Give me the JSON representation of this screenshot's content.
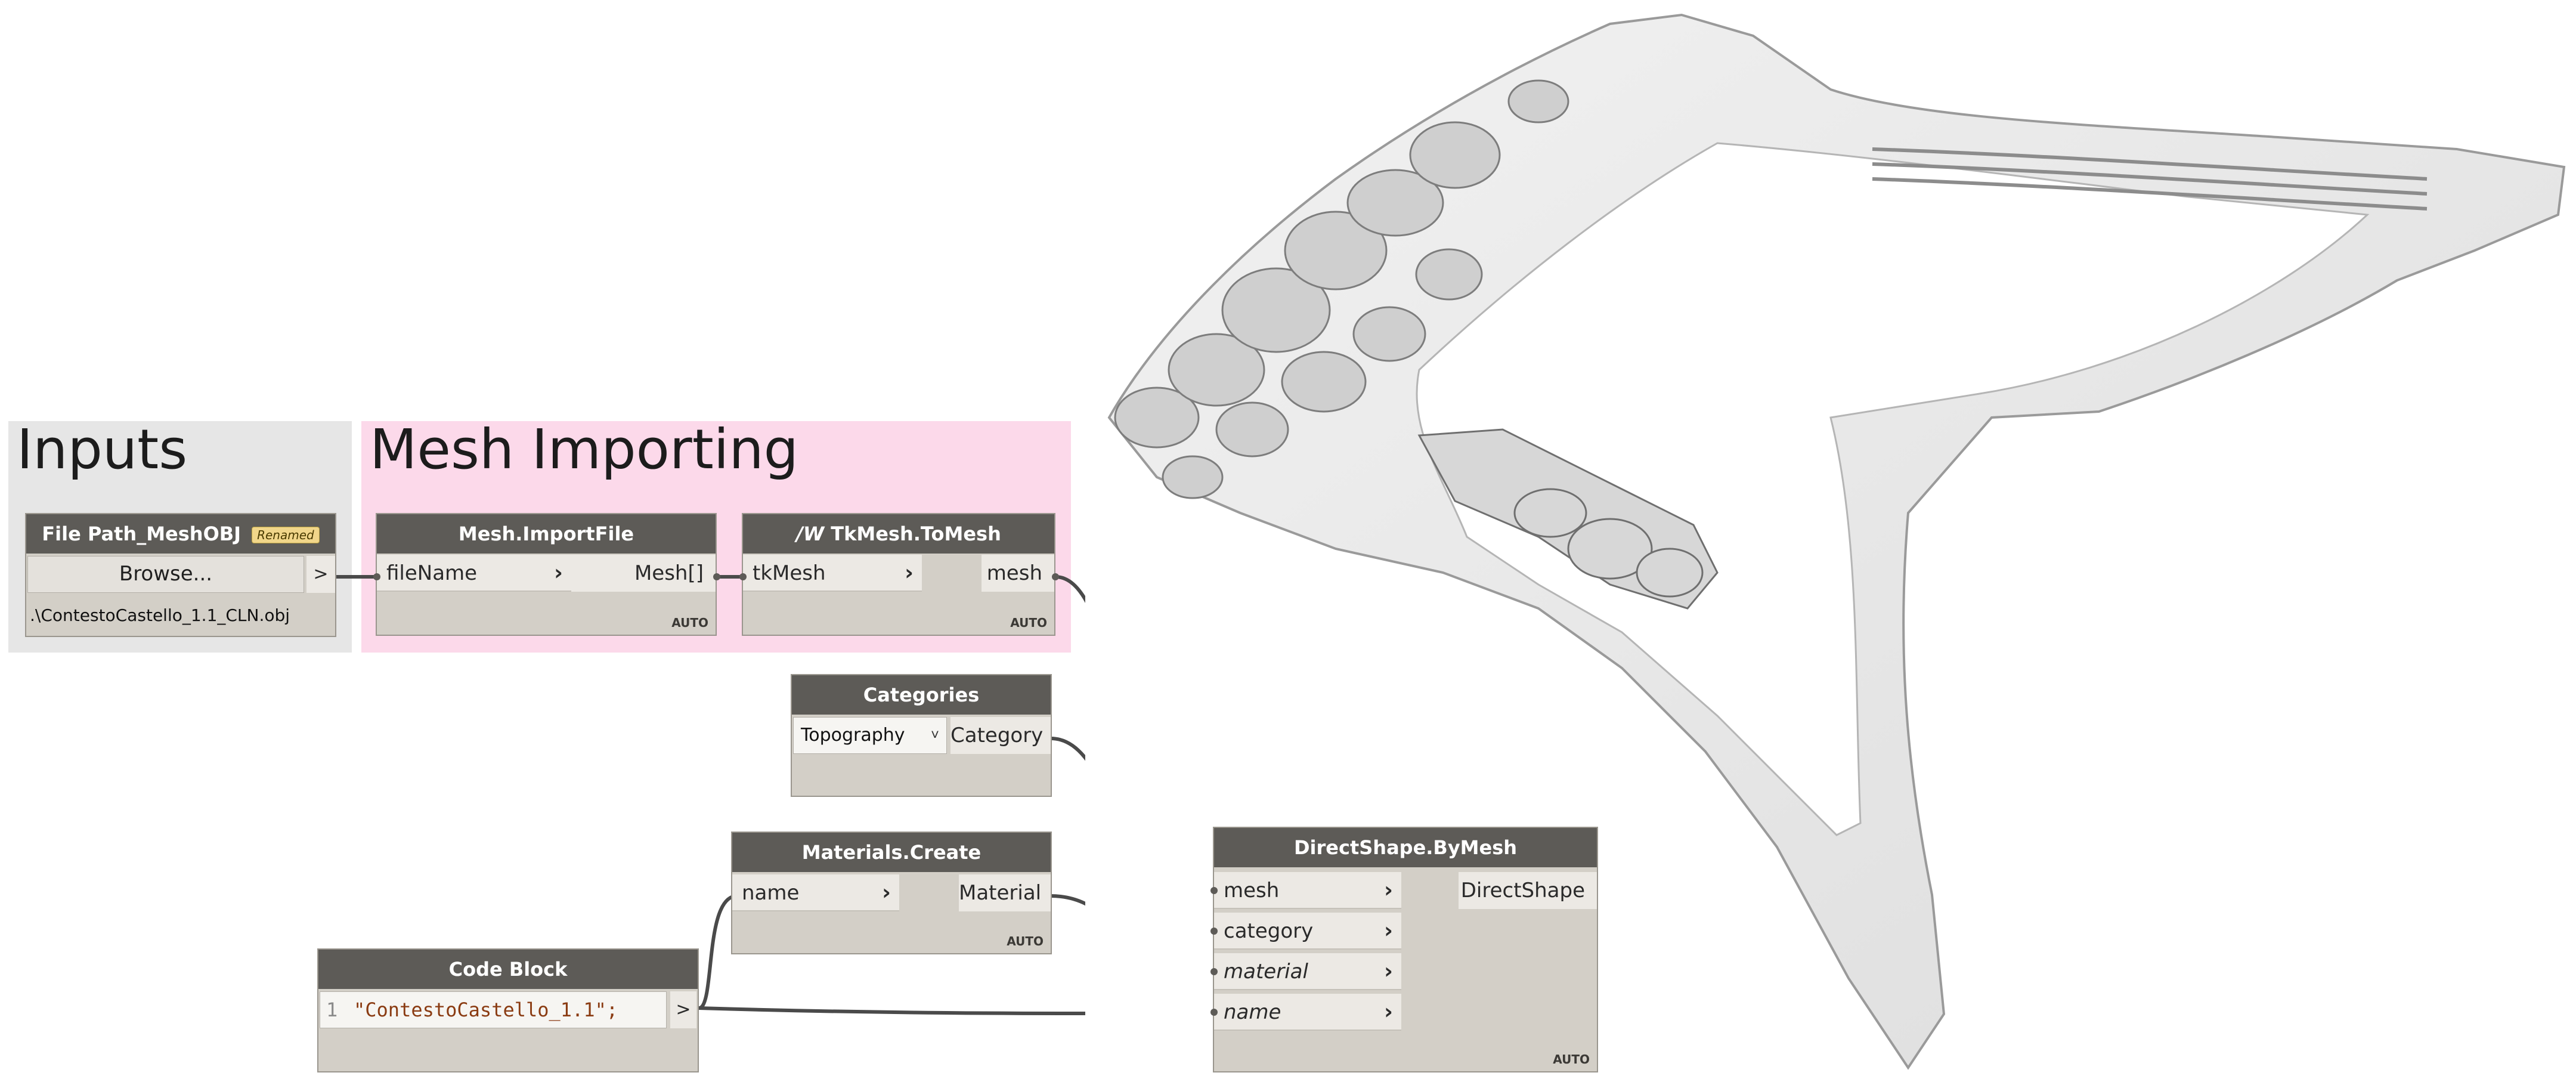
{
  "groups": {
    "inputs": {
      "title": "Inputs"
    },
    "mesh_importing": {
      "title": "Mesh Importing"
    }
  },
  "colors": {
    "node_header": "#5d5b57",
    "node_body": "#d3cfc7",
    "port_bg": "#ece9e4",
    "inputs_group": "#e6e6e6",
    "mesh_group": "#fcd9ea",
    "wire": "#4a4a4a",
    "renamed_badge": "#f1d68a"
  },
  "nodes": {
    "file_path": {
      "title": "File Path_MeshOBJ",
      "badge": "Renamed",
      "button": "Browse...",
      "out": ">",
      "path": ".\\ContestoCastello_1.1_CLN.obj"
    },
    "import_file": {
      "title": "Mesh.ImportFile",
      "in": "fileName",
      "out": "Mesh[]",
      "lacing": "AUTO"
    },
    "to_mesh": {
      "title": "TkMesh.ToMesh",
      "icon_text": "/W",
      "in": "tkMesh",
      "out": "mesh",
      "lacing": "AUTO"
    },
    "categories": {
      "title": "Categories",
      "selected": "Topography",
      "out": "Category"
    },
    "materials": {
      "title": "Materials.Create",
      "in": "name",
      "out": "Material",
      "lacing": "AUTO"
    },
    "code_block": {
      "title": "Code Block",
      "line_no": "1",
      "code": "\"ContestoCastello_1.1\";",
      "out": ">"
    },
    "direct_shape": {
      "title": "DirectShape.ByMesh",
      "inputs": [
        "mesh",
        "category",
        "material",
        "name"
      ],
      "out": "DirectShape",
      "lacing": "AUTO"
    }
  },
  "icons": [
    "chevron-right-icon",
    "dropdown-arrow-icon"
  ],
  "viewport": {
    "content": "3d-mesh-preview"
  }
}
